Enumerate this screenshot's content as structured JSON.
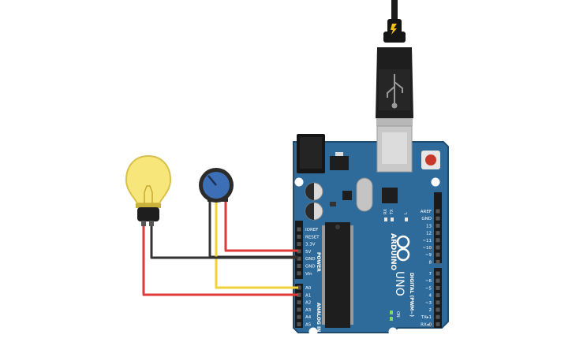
{
  "board": {
    "brand": "ARDUINO",
    "model": "UNO",
    "power_title": "POWER",
    "analog_title": "ANALOG IN",
    "digital_title": "DIGITAL (PWM~)",
    "on_label": "ON",
    "l_label": "L",
    "tx_label": "TX",
    "rx_label": "RX",
    "power_pins": [
      "IOREF",
      "RESET",
      "3.3V",
      "5V",
      "GND",
      "GND",
      "Vin"
    ],
    "analog_pins": [
      "A0",
      "A1",
      "A2",
      "A3",
      "A4",
      "A5"
    ],
    "digital_top": [
      "AREF",
      "GND",
      "13",
      "12",
      "~11",
      "~10",
      "~9",
      "8"
    ],
    "digital_bottom": [
      "7",
      "~6",
      "~5",
      "4",
      "~3",
      "2",
      "TX▸1",
      "RX◂0"
    ]
  },
  "colors": {
    "board": "#2f6b9a",
    "wire_red": "#e03b3b",
    "wire_black": "#333333",
    "wire_yellow": "#f0d23a",
    "bulb": "#f7e77a"
  },
  "icons": {
    "usb": "usb-trident-icon",
    "lightning": "lightning-icon"
  }
}
